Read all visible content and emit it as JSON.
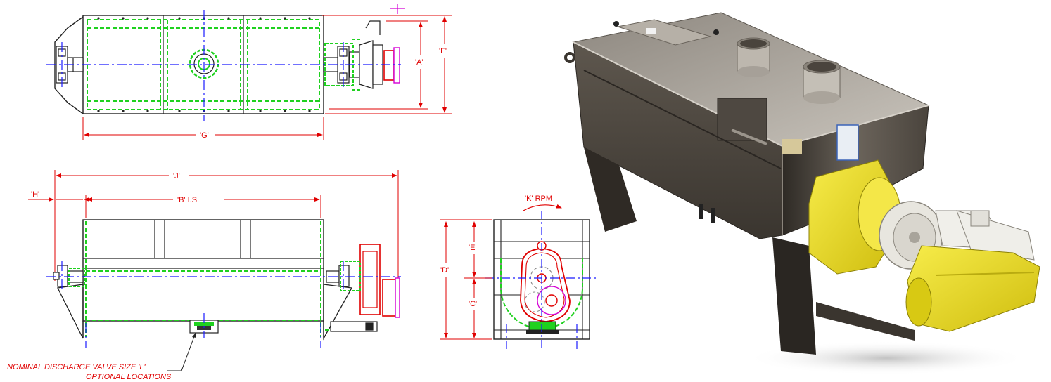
{
  "labels": {
    "a": "'A'",
    "f": "'F'",
    "g": "'G'",
    "j": "'J'",
    "h": "'H'",
    "b": "'B' I.S.",
    "k": "'K' RPM",
    "e": "'E'",
    "d": "'D'",
    "c": "'C'",
    "note_line1": "NOMINAL DISCHARGE VALVE SIZE 'L'",
    "note_line2": "OPTIONAL LOCATIONS"
  },
  "colors": {
    "outline": "#222222",
    "hidden": "#1fd11f",
    "centerline": "#1a1aff",
    "dimension": "#e00000",
    "accent": "#d400d4",
    "steel_light": "#a9a39b",
    "steel_dark": "#3a352f",
    "yellow": "#f2e21c"
  }
}
